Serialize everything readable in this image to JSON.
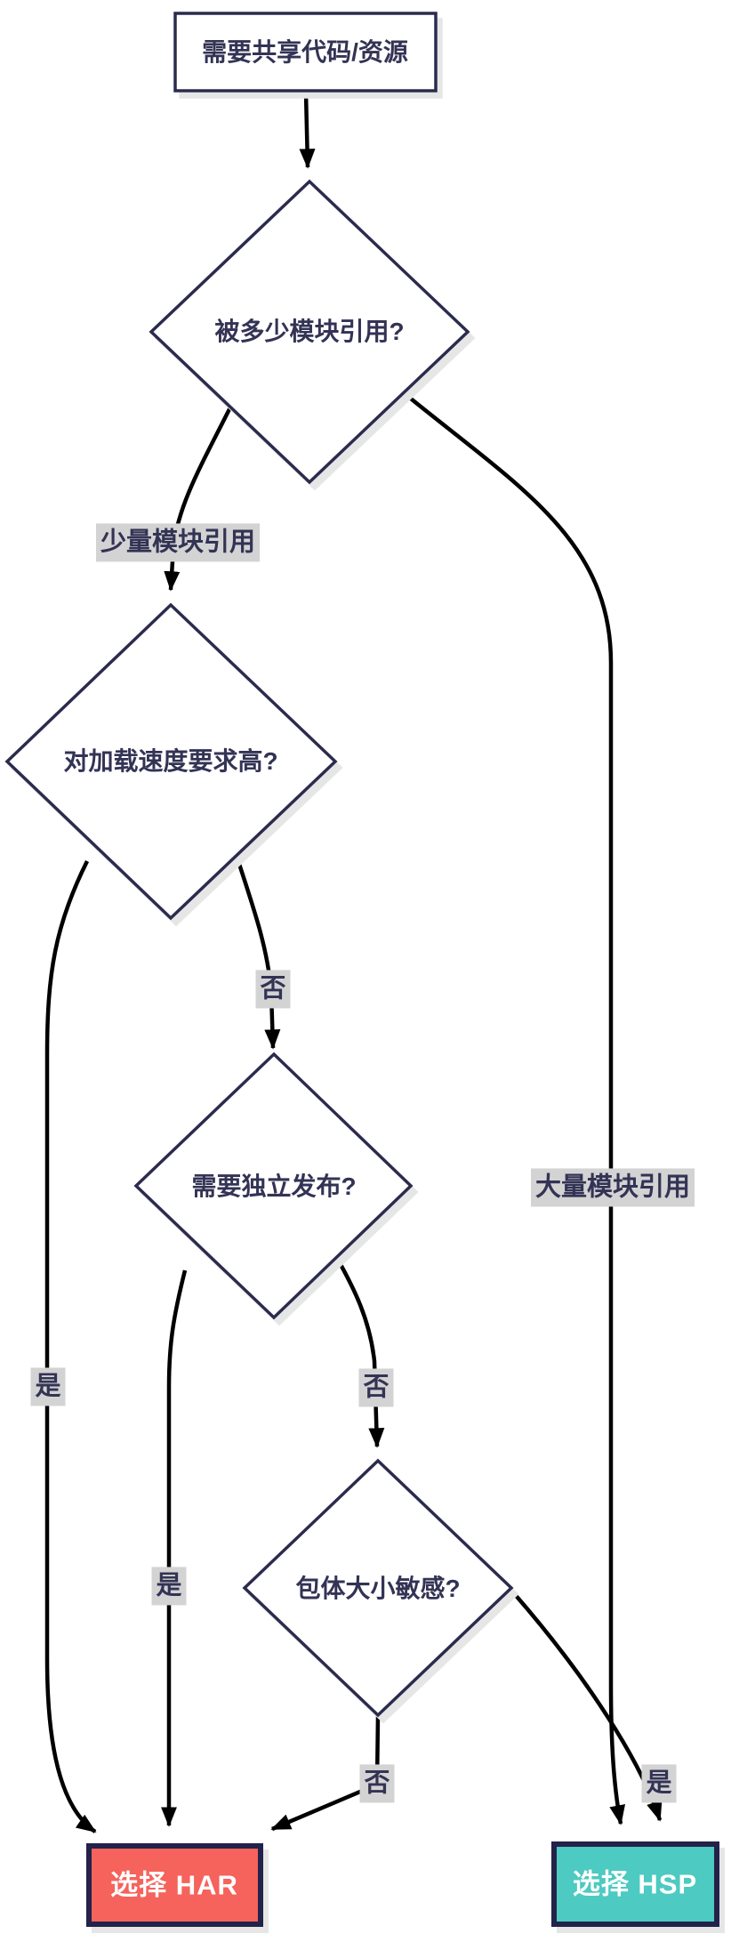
{
  "diagram": {
    "type": "flowchart",
    "direction": "top-down",
    "nodes": {
      "start": {
        "shape": "rect",
        "label": "需要共享代码/资源"
      },
      "q_modules": {
        "shape": "diamond",
        "label": "被多少模块引用?"
      },
      "q_speed": {
        "shape": "diamond",
        "label": "对加载速度要求高?"
      },
      "q_release": {
        "shape": "diamond",
        "label": "需要独立发布?"
      },
      "q_size": {
        "shape": "diamond",
        "label": "包体大小敏感?"
      },
      "har": {
        "shape": "rect",
        "label": "选择 HAR"
      },
      "hsp": {
        "shape": "rect",
        "label": "选择 HSP"
      }
    },
    "edges": [
      {
        "from": "start",
        "to": "q_modules",
        "label": ""
      },
      {
        "from": "q_modules",
        "to": "q_speed",
        "label": "少量模块引用"
      },
      {
        "from": "q_modules",
        "to": "hsp",
        "label": "大量模块引用"
      },
      {
        "from": "q_speed",
        "to": "q_release",
        "label": "否"
      },
      {
        "from": "q_speed",
        "to": "har",
        "label": "是"
      },
      {
        "from": "q_release",
        "to": "q_size",
        "label": "否"
      },
      {
        "from": "q_release",
        "to": "har",
        "label": "是"
      },
      {
        "from": "q_size",
        "to": "har",
        "label": "否"
      },
      {
        "from": "q_size",
        "to": "hsp",
        "label": "是"
      }
    ],
    "colors": {
      "node_border": "#2b2b4e",
      "node_fill": "#ffffff",
      "har_fill": "#f5635c",
      "hsp_fill": "#4dcac1",
      "result_text": "#ffffff",
      "node_text": "#333355",
      "edge_line": "#000000",
      "edge_label_bg": "#d3d3d3"
    }
  }
}
